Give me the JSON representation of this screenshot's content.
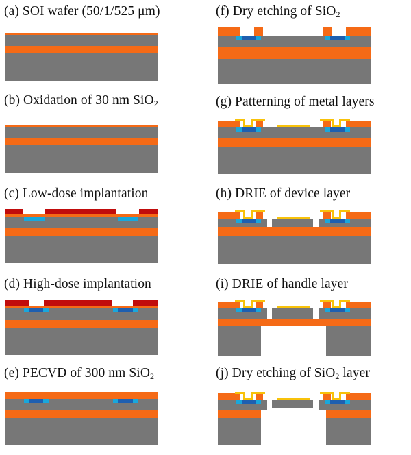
{
  "palette": {
    "silicon": "#777777",
    "oxide": "#f56a16",
    "photoresist": "#c10c0c",
    "low_dose_doping": "#19a7dc",
    "high_dose_doping": "#1e5fb0",
    "metal": "#f8c20a"
  },
  "steps": [
    {
      "id": "a",
      "label": "(a) SOI wafer (50/1/525 μm)",
      "pre": "",
      "sub": "",
      "post": ""
    },
    {
      "id": "b",
      "label": "(b) Oxidation of 30 nm SiO",
      "pre": "",
      "sub": "2",
      "post": ""
    },
    {
      "id": "c",
      "label": "(c) Low-dose implantation",
      "pre": "",
      "sub": "",
      "post": ""
    },
    {
      "id": "d",
      "label": "(d) High-dose implantation",
      "pre": "",
      "sub": "",
      "post": ""
    },
    {
      "id": "e",
      "label": "(e) PECVD of 300 nm SiO",
      "pre": "",
      "sub": "2",
      "post": ""
    },
    {
      "id": "f",
      "label": "(f) Dry etching of SiO",
      "pre": "",
      "sub": "2",
      "post": ""
    },
    {
      "id": "g",
      "label": "(g) Patterning of metal layers",
      "pre": "",
      "sub": "",
      "post": ""
    },
    {
      "id": "h",
      "label": "(h) DRIE of device layer",
      "pre": "",
      "sub": "",
      "post": ""
    },
    {
      "id": "i",
      "label": "(i) DRIE of handle layer",
      "pre": "",
      "sub": "",
      "post": ""
    },
    {
      "id": "j",
      "label": "(j) Dry etching of SiO",
      "pre": "",
      "sub": "2",
      "post": " layer"
    }
  ]
}
